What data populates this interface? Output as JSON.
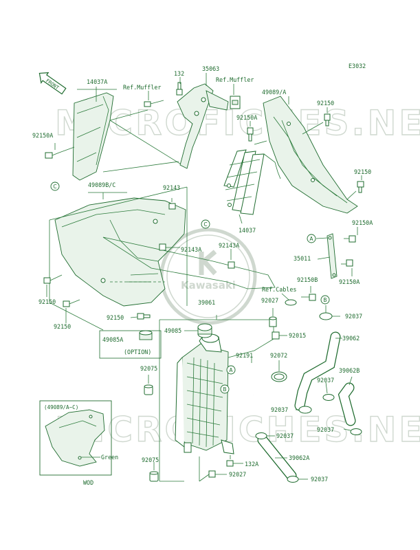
{
  "diagram_code": "E3032",
  "front_arrow": "FRONT",
  "watermark": "MICROFICHES.NET",
  "logo_text": "Kawasaki",
  "labels": {
    "l14037A": "14037A",
    "l132": "132",
    "l35063": "35063",
    "refMuffler1": "Ref.Muffler",
    "refMuffler2": "Ref.Muffler",
    "l49089A": "49089/A",
    "l92150_tr": "92150",
    "l92150A_l": "92150A",
    "l92150A_m": "92150A",
    "lC1": "C",
    "l49089BC": "49089B/C",
    "l92143": "92143",
    "l92150_r": "92150",
    "lC2": "C",
    "l14037": "14037",
    "l92150A_r": "92150A",
    "lA1": "A",
    "l35011": "35011",
    "l92143A_1": "92143A",
    "l92143A_2": "92143A",
    "l92150B": "92150B",
    "l92150A_r2": "92150A",
    "l92150_l1": "92150",
    "l92150_l2": "92150",
    "refCables": "Ref.Cables",
    "l92027_1": "92027",
    "lB1": "B",
    "l39061": "39061",
    "l92037_1": "92037",
    "l92150_b": "92150",
    "l49085": "49085",
    "l92015": "92015",
    "l39062": "39062",
    "l49085A": "49085A",
    "option": "(OPTION)",
    "l92191": "92191",
    "l92072": "92072",
    "lA2": "A",
    "lB2": "B",
    "l92075_1": "92075",
    "l39062B": "39062B",
    "l92037_2": "92037",
    "l49089AC": "(49089/A~C)",
    "l92037_3": "92037",
    "l92037_4": "92037",
    "l92037_5": "92037",
    "green": "Green",
    "l39062A": "39062A",
    "l92075_2": "92075",
    "l132A": "132A",
    "l92027_2": "92027",
    "l92037_6": "92037",
    "wod": "WOD"
  }
}
